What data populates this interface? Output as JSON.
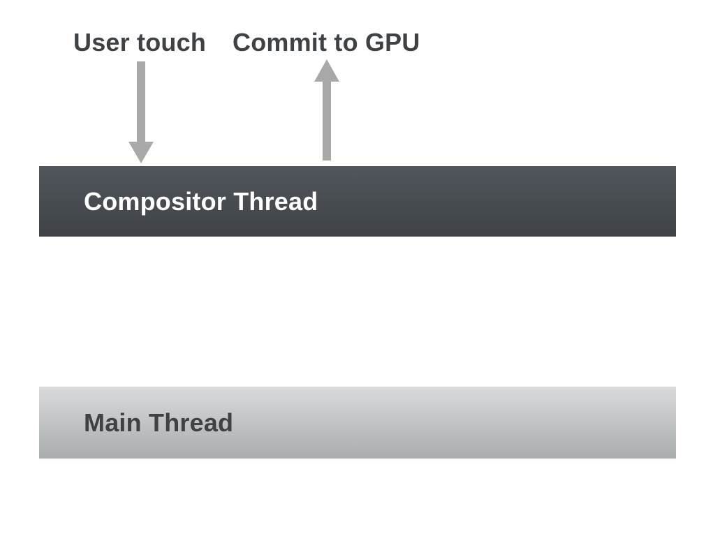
{
  "annotations": {
    "user_touch": "User touch",
    "commit_to_gpu": "Commit to GPU"
  },
  "threads": [
    {
      "label": "Compositor Thread"
    },
    {
      "label": "Main Thread"
    }
  ],
  "icons": {
    "down_arrow": "arrow-down-icon",
    "up_arrow": "arrow-up-icon"
  },
  "colors": {
    "background": "#ffffff",
    "label_text": "#3f4245",
    "bar_text_light": "#ffffff",
    "compositor_top": "#51565c",
    "compositor_bottom": "#3f4347",
    "main_top": "#d9dadb",
    "main_bottom": "#a9adae",
    "arrow": "#a9a9a9"
  }
}
